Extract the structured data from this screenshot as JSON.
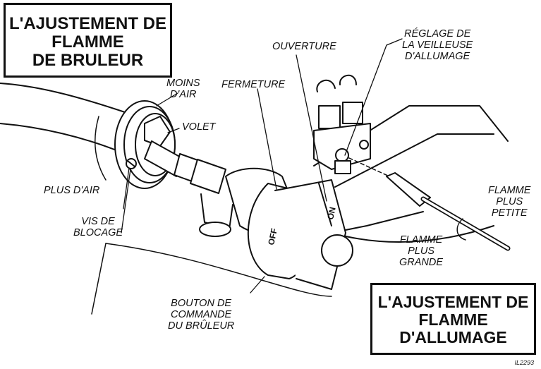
{
  "titles": {
    "burner": [
      "L'AJUSTEMENT DE",
      "FLAMME",
      "DE BRULEUR"
    ],
    "pilot": [
      "L'AJUSTEMENT DE",
      "FLAMME",
      "D'ALLUMAGE"
    ]
  },
  "labels": {
    "moins_air": [
      "MOINS",
      "D'AIR"
    ],
    "volet": "VOLET",
    "plus_air": "PLUS D'AIR",
    "vis_blocage": [
      "VIS DE",
      "BLOCAGE"
    ],
    "fermeture": "FERMETURE",
    "ouverture": "OUVERTURE",
    "reglage": [
      "RÉGLAGE DE",
      "LA VEILLEUSE",
      "D'ALLUMAGE"
    ],
    "flamme_petite": [
      "FLAMME",
      "PLUS",
      "PETITE"
    ],
    "flamme_grande": [
      "FLAMME",
      "PLUS",
      "GRANDE"
    ],
    "bouton": [
      "BOUTON DE",
      "COMMANDE",
      "DU BRÛLEUR"
    ]
  },
  "knob": {
    "on": "ON",
    "off": "OFF"
  },
  "ref": "IL2293"
}
